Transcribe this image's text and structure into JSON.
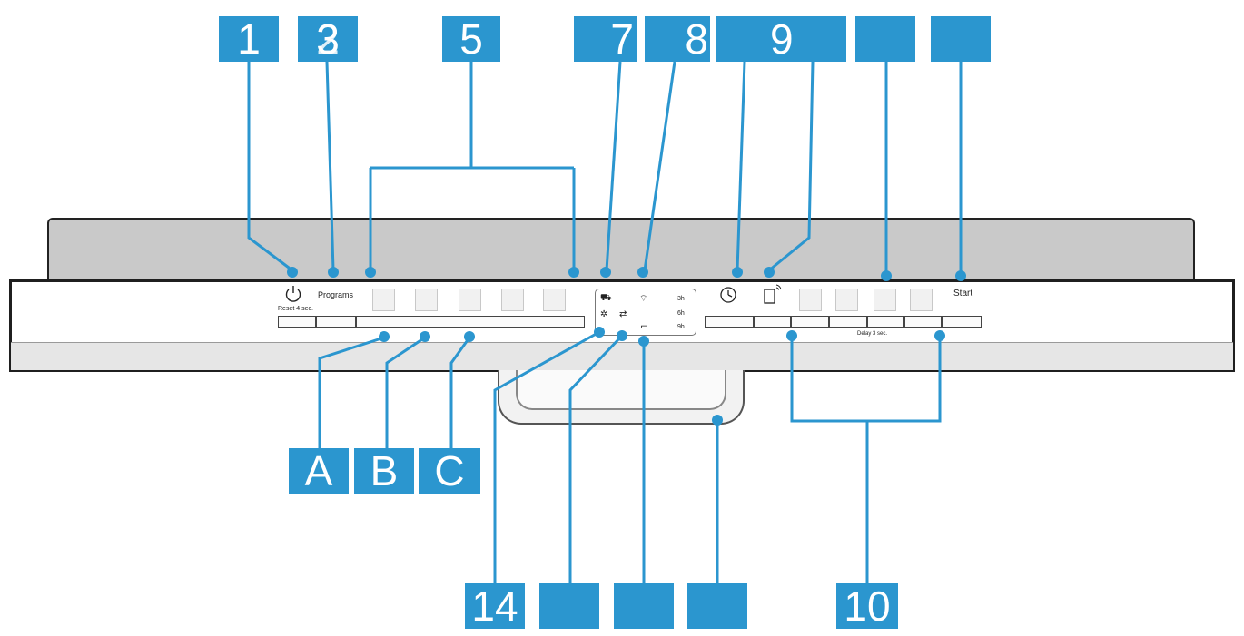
{
  "callouts_top": [
    {
      "name": "callout-1",
      "text": "1"
    },
    {
      "name": "callout-3",
      "text": "3"
    },
    {
      "name": "callout-5",
      "text": "5"
    },
    {
      "name": "callout-7",
      "text": "7"
    },
    {
      "name": "callout-8",
      "text": "8"
    },
    {
      "name": "callout-9",
      "text": "9"
    },
    {
      "name": "callout-blank-a",
      "text": ""
    },
    {
      "name": "callout-blank-b",
      "text": ""
    },
    {
      "name": "callout-blank-c",
      "text": ""
    }
  ],
  "callouts_bottom": [
    {
      "name": "callout-A",
      "text": "A"
    },
    {
      "name": "callout-B",
      "text": "B"
    },
    {
      "name": "callout-C",
      "text": "C"
    },
    {
      "name": "callout-14",
      "text": "14"
    },
    {
      "name": "callout-blank-d",
      "text": ""
    },
    {
      "name": "callout-blank-e",
      "text": ""
    },
    {
      "name": "callout-blank-f",
      "text": ""
    },
    {
      "name": "callout-10",
      "text": "10"
    }
  ],
  "overlay_digit": "2",
  "panel": {
    "programs_label": "Programs",
    "reset_label": "Reset 4 sec.",
    "start_label": "Start",
    "delay_label": "Delay 3 sec.",
    "time_1": "3h",
    "time_2": "6h",
    "time_3": "9h"
  },
  "icons": [
    "power-icon",
    "clock-icon",
    "remote-start-icon",
    "wifi-icon",
    "rinse-aid-icon",
    "salt-icon",
    "tap-icon",
    "machine-care-icon"
  ],
  "colors": {
    "callout_bg": "#2b96cf",
    "callout_text": "#ffffff",
    "panel_back": "#c9c9c9",
    "leader_line": "#2b96cf"
  }
}
